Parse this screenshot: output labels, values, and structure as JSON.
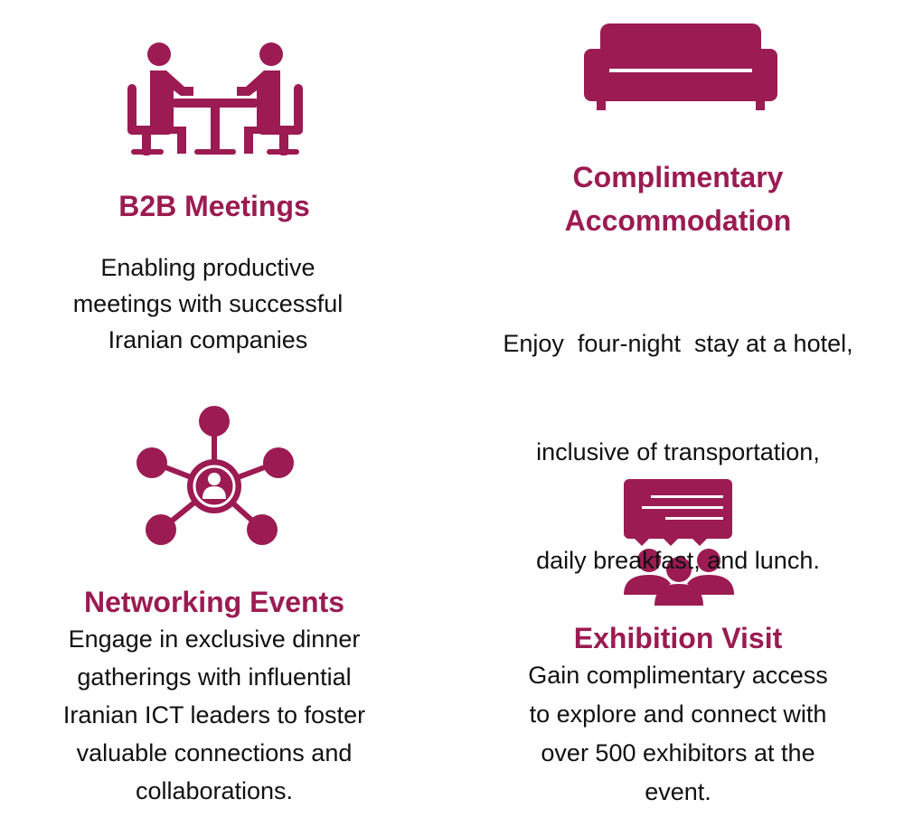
{
  "accent_color": "#9b1b52",
  "features": [
    {
      "icon": "meeting-table-icon",
      "title": [
        "B2B Meetings"
      ],
      "body": [
        "Enabling productive",
        "meetings with successful",
        "Iranian companies"
      ]
    },
    {
      "icon": "sofa-icon",
      "title": [
        "Complimentary",
        "Accommodation"
      ],
      "body": [
        "Enjoy  four-night  stay at a hotel,",
        "inclusive of transportation,",
        "daily breakfast, and lunch."
      ]
    },
    {
      "icon": "network-icon",
      "title": [
        "Networking Events"
      ],
      "body": [
        "Engage in exclusive dinner",
        "gatherings with influential",
        "Iranian ICT leaders to foster",
        "valuable connections and",
        "collaborations."
      ]
    },
    {
      "icon": "audience-speech-icon",
      "title": [
        "Exhibition Visit"
      ],
      "body": [
        "Gain complimentary access",
        "to explore and connect with",
        "over 500 exhibitors at the",
        "event."
      ]
    }
  ]
}
